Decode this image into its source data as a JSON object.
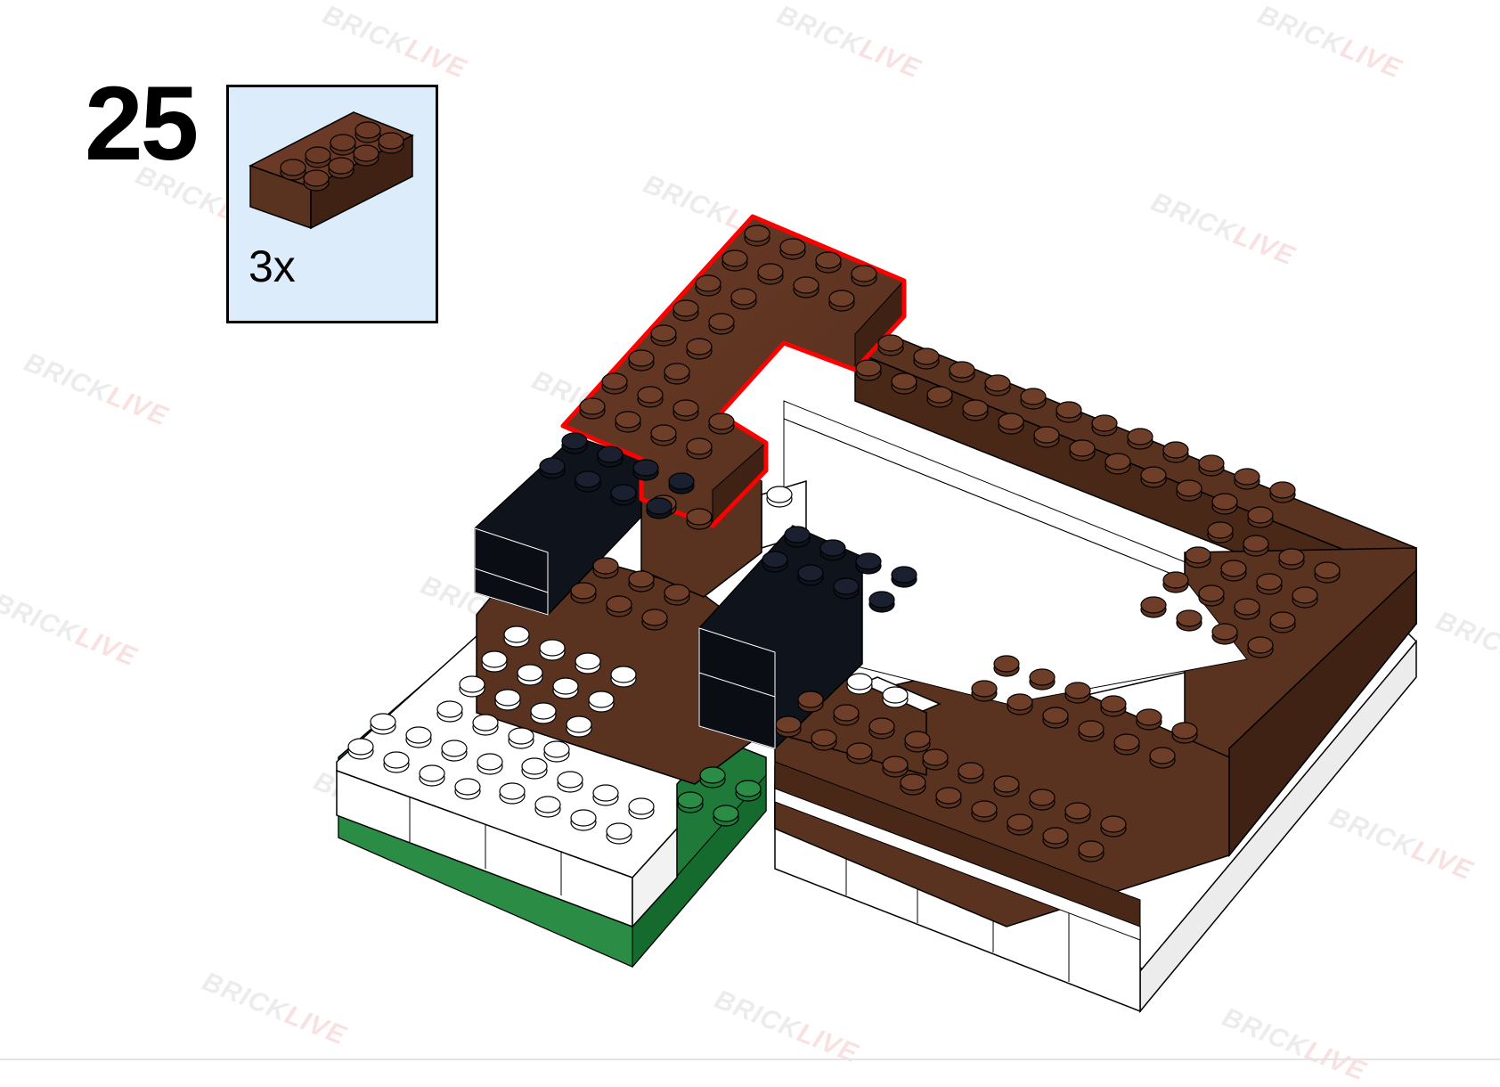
{
  "step": {
    "number": "25"
  },
  "parts": [
    {
      "name": "brick-2x4",
      "color": "#5a3220",
      "quantity": "3x"
    }
  ],
  "watermark": {
    "part1": "BRICK",
    "part2": "LIVE",
    "part1_color": "#777777",
    "part2_color": "#d8202a"
  },
  "colors": {
    "reddish_brown": "#5a3220",
    "reddish_brown_side": "#4a2818",
    "black": "#0f141c",
    "white": "#ffffff",
    "green": "#1f7a3a",
    "highlight": "#ff0000",
    "callout_bg": "#dcecfb"
  },
  "new_parts_highlighted": true
}
